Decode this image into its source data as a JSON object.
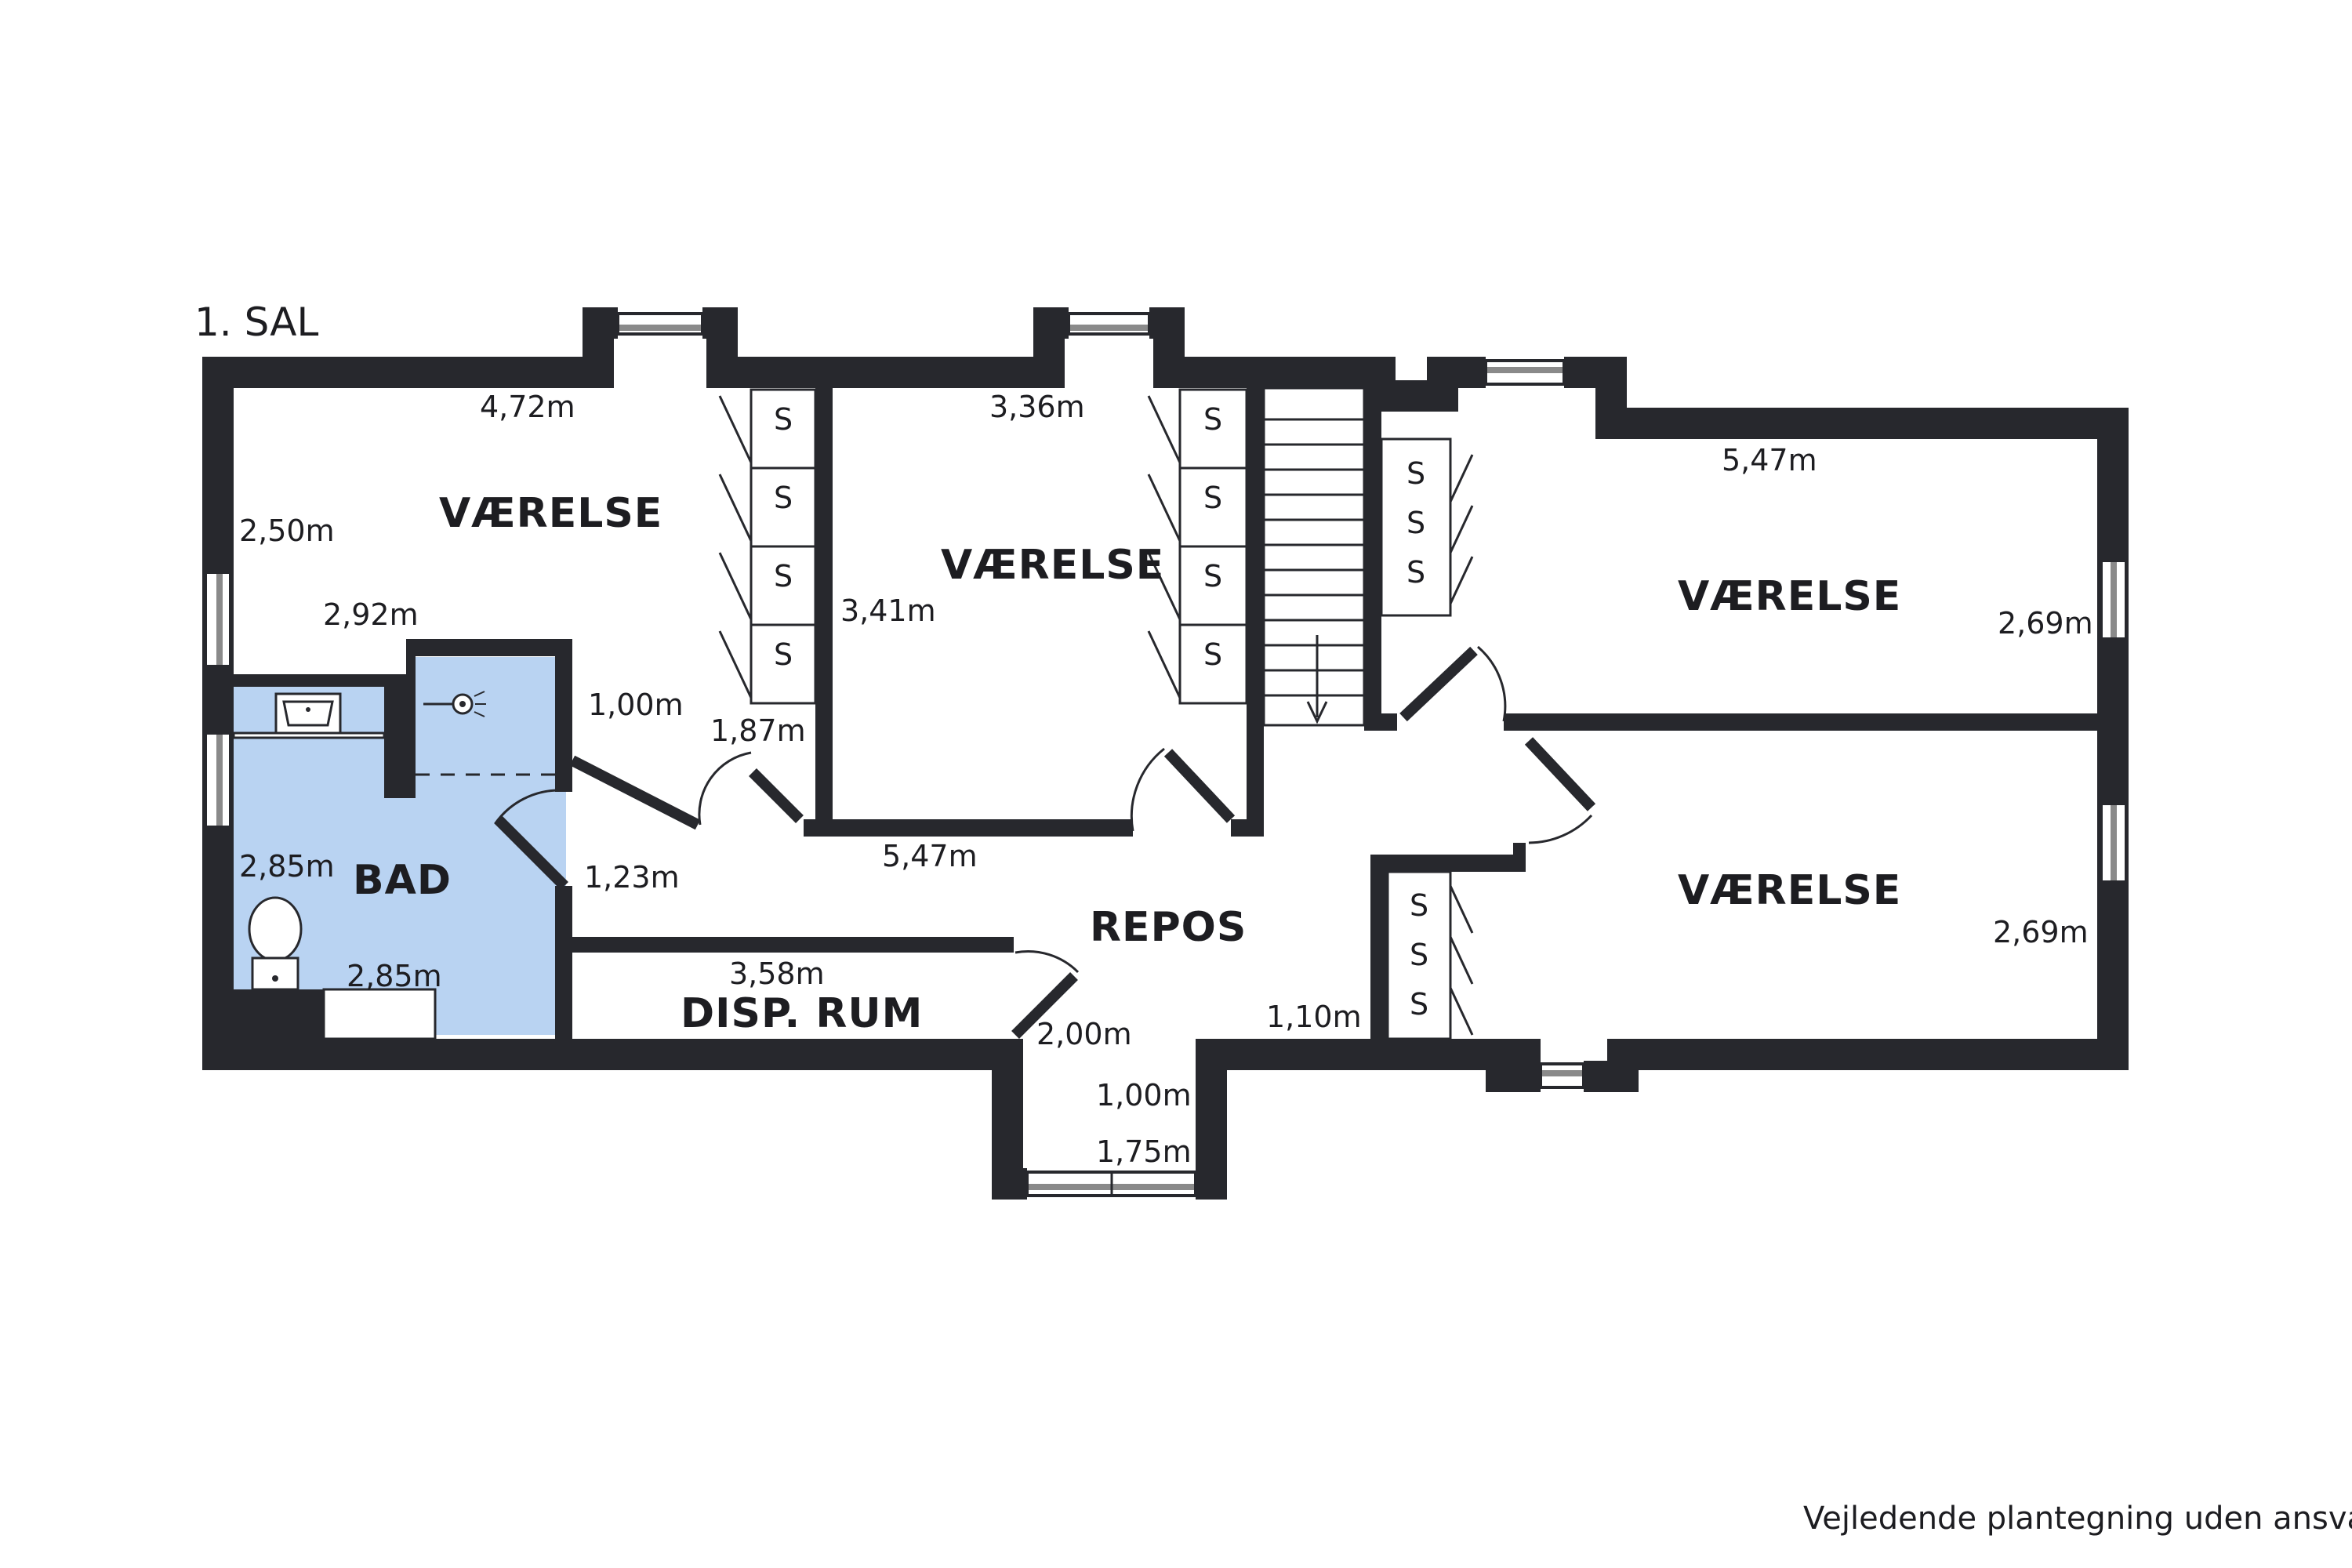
{
  "floor_label": "1. SAL",
  "disclaimer": "Vejledende plantegning uden ansvar",
  "colors": {
    "wall": "#27282d",
    "bathroom_fill": "#b9d3f2",
    "window_glass": "#8a8a8a"
  },
  "rooms": {
    "vaerelse_1": "VÆRELSE",
    "vaerelse_2": "VÆRELSE",
    "vaerelse_3": "VÆRELSE",
    "vaerelse_4": "VÆRELSE",
    "bad": "BAD",
    "repos": "REPOS",
    "disp_rum": "DISP. RUM"
  },
  "dimensions": {
    "r1_width": "4,72m",
    "r1_depth": "2,50m",
    "r1_inner": "2,92m",
    "r2_width": "3,36m",
    "r2_depth": "3,41m",
    "r2_bottom": "5,47m",
    "r3_width": "5,47m",
    "r3_depth": "2,69m",
    "r4_depth": "2,69m",
    "bad_depth": "2,85m",
    "bad_width": "2,85m",
    "hall_1": "1,00m",
    "hall_2": "1,87m",
    "hall_3": "1,23m",
    "disp_width": "3,58m",
    "repos_1": "2,00m",
    "repos_2": "1,10m",
    "entry_1": "1,00m",
    "entry_2": "1,75m"
  },
  "closet_marker": "S"
}
